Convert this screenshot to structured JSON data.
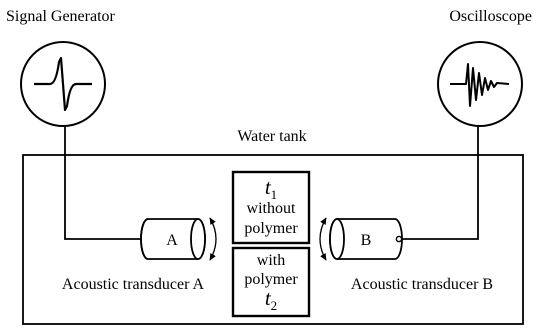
{
  "labels": {
    "signal_generator": "Signal Generator",
    "oscilloscope": "Oscilloscope",
    "water_tank": "Water tank",
    "transducer_a_letter": "A",
    "transducer_b_letter": "B",
    "transducer_a": "Acoustic transducer A",
    "transducer_b": "Acoustic transducer B"
  },
  "box_top": {
    "t_var": "t",
    "t_sub": "1",
    "line1": "without",
    "line2": "polymer"
  },
  "box_bottom": {
    "line1": "with",
    "line2": "polymer",
    "t_var": "t",
    "t_sub": "2"
  },
  "colors": {
    "stroke": "#000000",
    "background": "#ffffff"
  }
}
